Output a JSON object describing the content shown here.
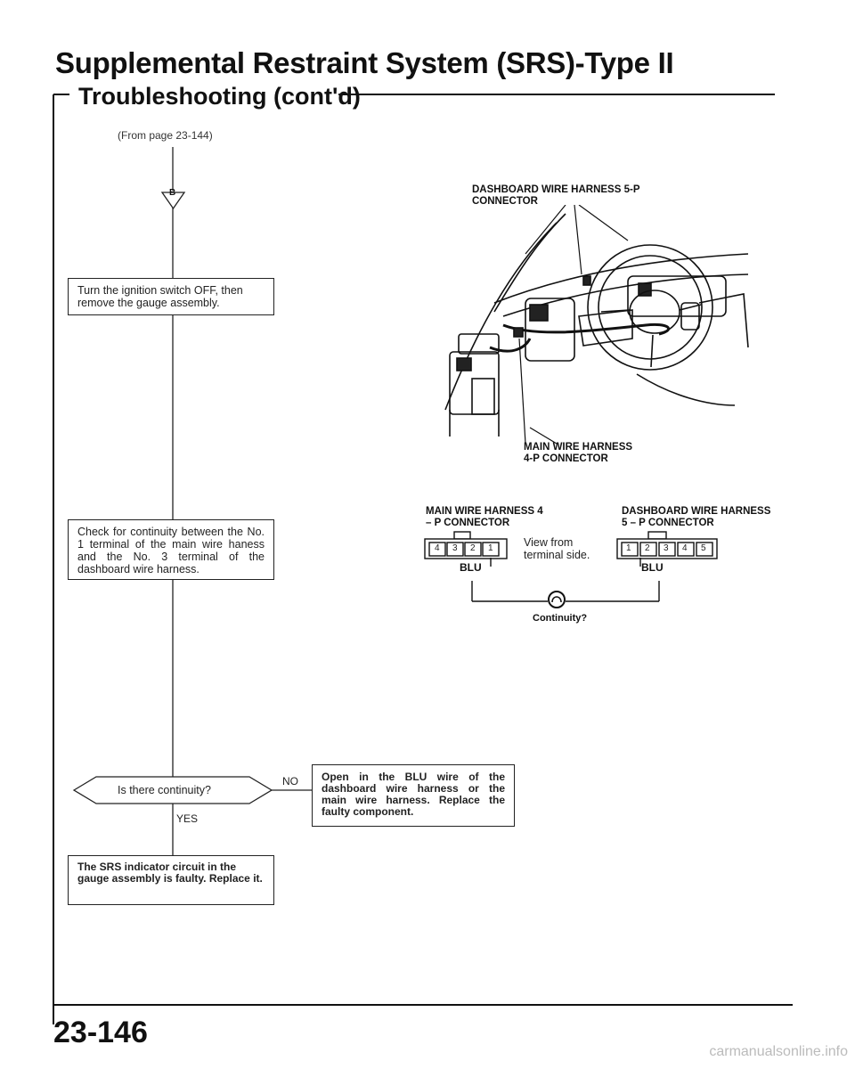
{
  "header": {
    "title": "Supplemental Restraint System (SRS)-Type II",
    "subtitle": "Troubleshooting (cont'd)"
  },
  "flow": {
    "from_ref": "(From page 23-144)",
    "entry_marker": "B",
    "step1": "Turn the ignition switch OFF, then remove the gauge assembly.",
    "step2": "Check for continuity between the No. 1 terminal of the main wire haness and the No. 3 terminal of the dashboard wire harness.",
    "decision": "Is there continuity?",
    "no_label": "NO",
    "yes_label": "YES",
    "no_result": "Open in the BLU wire of the dashboard wire harness or the main wire harness. Replace the faulty component.",
    "yes_result": "The SRS indicator circuit in the gauge assembly is faulty. Replace it."
  },
  "figure": {
    "top_callout": "DASHBOARD WIRE HARNESS 5-P CONNECTOR",
    "bottom_callout": "MAIN WIRE HARNESS 4-P CONNECTOR"
  },
  "connectors": {
    "left_title": "MAIN WIRE HARNESS 4 – P CONNECTOR",
    "right_title": "DASHBOARD WIRE HARNESS 5 – P CONNECTOR",
    "left_pins": [
      "4",
      "3",
      "2",
      "1"
    ],
    "right_pins": [
      "1",
      "2",
      "3",
      "4",
      "5"
    ],
    "view_note": "View from terminal side.",
    "left_wire": "BLU",
    "right_wire": "BLU",
    "question": "Continuity?"
  },
  "page_number": "23-146",
  "footer": "carmanualsonline.info"
}
